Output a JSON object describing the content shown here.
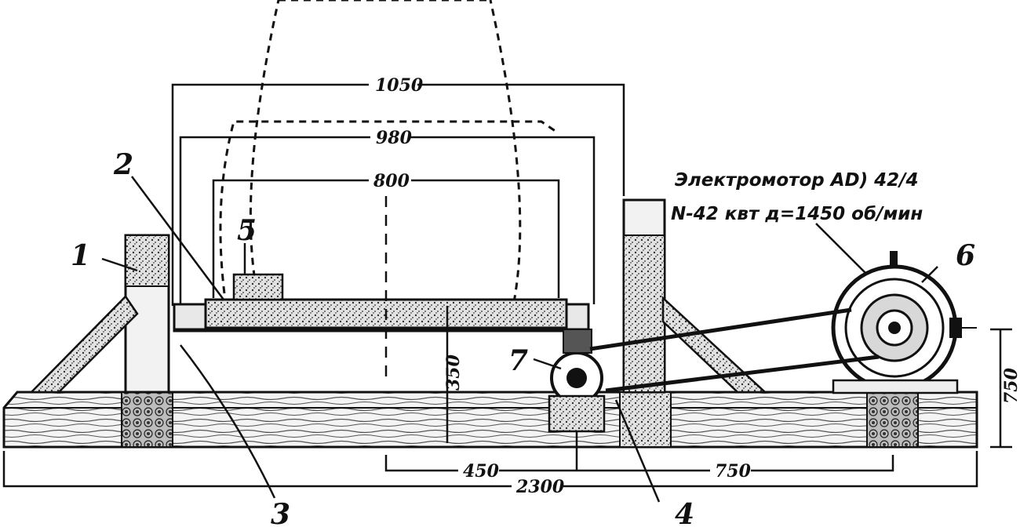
{
  "dimensions": {
    "d1050": "1050",
    "d980": "980",
    "d800": "800",
    "d350": "350",
    "d450": "450",
    "d750_bottom": "750",
    "d750_side": "750",
    "d2300": "2300"
  },
  "callouts": {
    "c1": "1",
    "c2": "2",
    "c3": "3",
    "c4": "4",
    "c5": "5",
    "c6": "6",
    "c7": "7"
  },
  "motor": {
    "line1": "Электромотор AD) 42/4",
    "line2": "N-42 квт д=1450 об/мин"
  }
}
